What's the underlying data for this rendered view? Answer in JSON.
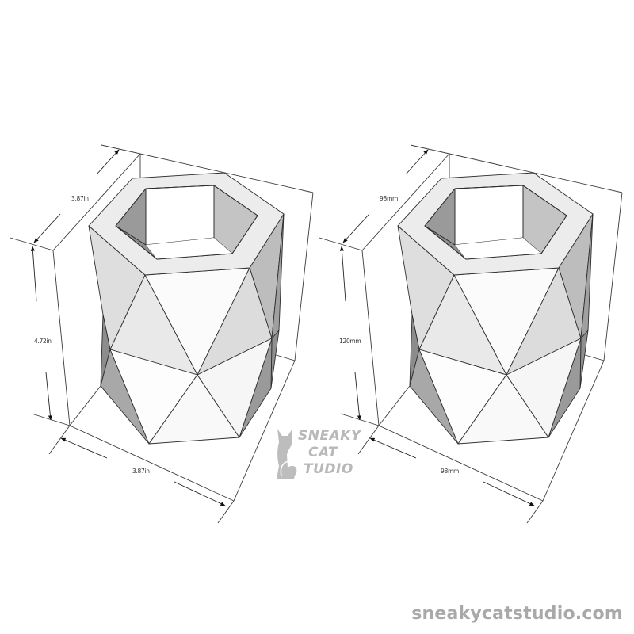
{
  "figures": [
    {
      "id": "imperial",
      "depth_label": "3.87in",
      "height_label": "4.72in",
      "width_label": "3.87in"
    },
    {
      "id": "metric",
      "depth_label": "98mm",
      "height_label": "120mm",
      "width_label": "98mm"
    }
  ],
  "logo": {
    "line1": "SNEAKY",
    "line2": "CAT",
    "line3": "TUDIO",
    "icon": "cat-silhouette-icon"
  },
  "footer": {
    "website": "sneakycatstudio.com"
  },
  "colors": {
    "background": "#ffffff",
    "line": "#3a3a3a",
    "face_light": "#f7f7f7",
    "face_mid": "#e6e6e6",
    "face_shade": "#d2d2d2",
    "face_dark": "#a8a8a8",
    "face_darker": "#8c8c8c",
    "logo_gray": "#b8b8b8"
  }
}
